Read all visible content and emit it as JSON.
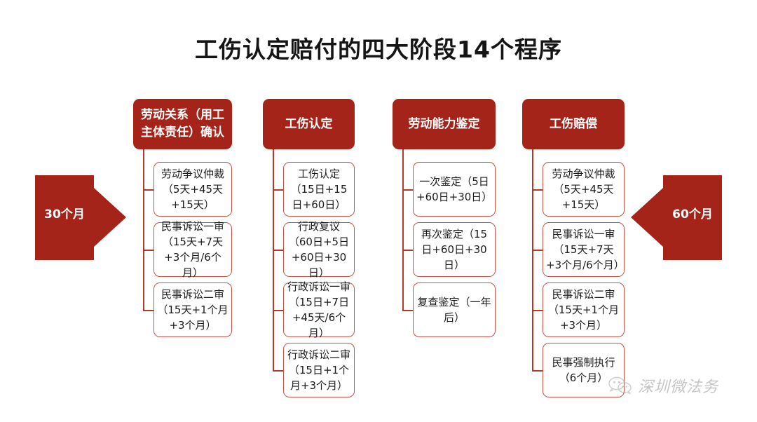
{
  "title": "工伤认定赔付的四大阶段14个程序",
  "colors": {
    "primary_red": "#A5241A",
    "outline_red": "#C3564A",
    "connector_red": "#B03A2C",
    "background": "#ffffff",
    "title_text": "#151515",
    "box_text": "#1b1b1b"
  },
  "arrows": {
    "left": {
      "label": "30个月",
      "direction": "right"
    },
    "right": {
      "label": "60个月",
      "direction": "left"
    }
  },
  "columns": [
    {
      "header": "劳动关系（用工主体责任）确认",
      "steps": [
        "劳动争议仲裁（5天+45天+15天）",
        "民事诉讼一审（15天+7天+3个月/6个月）",
        "民事诉讼二审（15天+1个月+3个月）"
      ]
    },
    {
      "header": "工伤认定",
      "steps": [
        "工伤认定（15日+15日+60日）",
        "行政复议（60日+5日+60日+30日）",
        "行政诉讼一审（15日+7日+45天/6个月）",
        "行政诉讼二审（15日+1个月+3个月）"
      ]
    },
    {
      "header": "劳动能力鉴定",
      "steps": [
        "一次鉴定（5日+60日+30日）",
        "再次鉴定（15日+60日+30日）",
        "复查鉴定（一年后）"
      ]
    },
    {
      "header": "工伤赔偿",
      "steps": [
        "劳动争议仲裁（5天+45天+15天）",
        "民事诉讼一审（15天+7天+3个月/6个月）",
        "民事诉讼二审（15天+1个月+3个月）",
        "民事强制执行（6个月）"
      ]
    }
  ],
  "watermark": {
    "icon": "wechat-icon",
    "text": "深圳微法务"
  }
}
